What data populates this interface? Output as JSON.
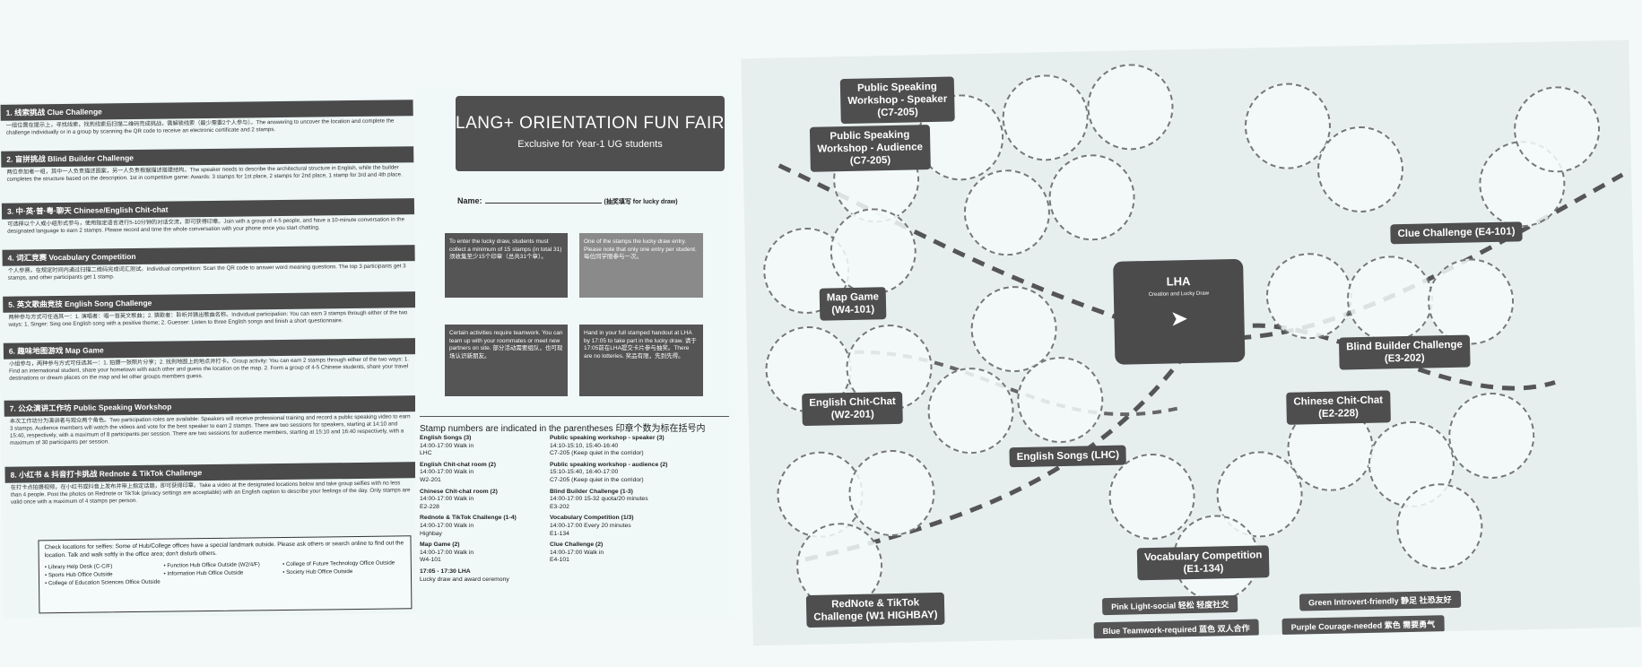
{
  "left": {
    "sections": [
      {
        "heading": "1. 线索挑战 Clue Challenge",
        "body": "一组位置在提示上，寻找线索，找到线索后扫描二维码完成挑战，需解锁线索（最少需要2个人参与）。The answering to uncover the location and complete the challenge individually or in a group by scanning the QR code to receive an electronic certificate and 2 stamps."
      },
      {
        "heading": "2. 盲拼挑战 Blind Builder Challenge",
        "body": "两位参加者一组，其中一人负责描述图案，另一人负责根据描述搭建结构。The speaker needs to describe the architectural structure in English, while the builder completes the structure based on the description. 1st in competitive game: Awards: 3 stamps for 1st place, 2 stamps for 2nd place, 1 stamp for 3rd and 4th place."
      },
      {
        "heading": "3. 中·英·普·粤·聊天 Chinese/English Chit-chat",
        "body": "可选择以个人或小组形式参与，使用指定语言进行5-10分钟的对话交流，即可获得印章。Join with a group of 4-5 people, and have a 10-minute conversation in the designated language to earn 2 stamps. Please record and time the whole conversation with your phone once you start chatting."
      },
      {
        "heading": "4. 词汇竞赛 Vocabulary Competition",
        "body": "个人参赛，在规定时间内通过扫描二维码完成词汇测试。Individual competition: Scan the QR code to answer word meaning questions. The top 3 participants get 3 stamps, and other participants get 1 stamp."
      },
      {
        "heading": "5. 英文歌曲竞技 English Song Challenge",
        "body": "两种参与方式可任选其一：1. 演唱者：唱一首英文歌曲；2. 猜歌者：聆听并猜出歌曲名称。Individual participation: You can earn 3 stamps through either of the two ways: 1. Singer: Sing one English song with a positive theme; 2. Guesser: Listen to three English songs and finish a short questionnaire."
      },
      {
        "heading": "6. 趣味地图游戏 Map Game",
        "body": "小组参与，两种参与方式可任选其一：1. 拍摄一张照片分享；2. 找到地图上的地点并打卡。Group activity: You can earn 2 stamps through either of the two ways: 1. Find an international student, share your hometown with each other and guess the location on the map. 2. Form a group of 4-5 Chinese students, share your travel destinations or dream places on the map and let other groups members guess."
      },
      {
        "heading": "7. 公众演讲工作坊 Public Speaking Workshop",
        "body": "本次工作坊分为演讲者与观众两个角色。Two participation roles are available: Speakers will receive professional training and record a public speaking video to earn 3 stamps. Audience members will watch the videos and vote for the best speaker to earn 2 stamps. There are two sessions for speakers, starting at 14:10 and 15:40, respectively, with a maximum of 8 participants per session. There are two sessions for audience members, starting at 15:10 and 16:40 respectively, with a maximum of 30 participants per session."
      },
      {
        "heading": "8. 小红书 & 抖音打卡挑战 Rednote & TikTok Challenge",
        "body": "在打卡点拍摄视频，在小红书或抖音上发布并带上指定话题，即可获得印章。Take a video at the designated locations below and take group selfies with no less than 4 people. Post the photos on Rednote or TikTok (privacy settings are acceptable) with an English caption to describe your feelings of the day. Only stamps are valid once with a maximum of 4 stamps per person."
      }
    ],
    "check": {
      "text": "Check locations for selfies: Some of Hub/College offices have a special landmark outside. Please ask others or search online to find out the location. Talk and walk softly in the office area; don't disturb others.",
      "items": [
        "Library Help Desk (C-C/F)",
        "Function Hub Office Outside (W2/4/F)",
        "College of Future Technology Office Outside",
        "Sports Hub Office Outside",
        "Information Hub Office Outside",
        "Society Hub Office Outside",
        "College of Education Sciences Office Outside"
      ]
    }
  },
  "middle": {
    "title": "LANG+ ORIENTATION FUN FAIR",
    "subtitle": "Exclusive for Year-1 UG students",
    "name_label": "Name:",
    "name_suffix": "(抽奖填写 for lucky draw)",
    "box1": "To enter the lucky draw, students must collect a minimum of 15 stamps (in total 31) 须收集至少15个印章（总共31个章）。",
    "box2": "One of the stamps the lucky draw entry. Please note that only one entry per student. 每位同学限参与一次。",
    "box3": "Certain activities require teamwork. You can team up with your roommates or meet new partners on site. 部分活动需要组队，也可现场认识新朋友。",
    "box4": "Hand in your full stamped handout at LHA by 17:05 to take part in the lucky draw. 请于17:05前在LHA提交卡片参与抽奖。There are no lotteries. 奖品有限，先到先得。",
    "stamp_title": "Stamp numbers are indicated in the parentheses 印章个数为标在括号内",
    "col1": [
      {
        "h": "English Songs (3)",
        "t": "14:00-17:00 Walk in\nLHC"
      },
      {
        "h": "English Chit-chat room (2)",
        "t": "14:00-17:00 Walk in\nW2-201"
      },
      {
        "h": "Chinese Chit-chat room (2)",
        "t": "14:00-17:00 Walk in\nE2-228"
      },
      {
        "h": "Rednote & TikTok Challenge (1-4)",
        "t": "14:00-17:00 Walk in\nHighbay"
      },
      {
        "h": "Map Game (2)",
        "t": "14:00-17:00 Walk in\nW4-101"
      },
      {
        "h": "17:05 - 17:30 LHA",
        "t": "Lucky draw and award ceremony"
      }
    ],
    "col2": [
      {
        "h": "Public speaking workshop - speaker (3)",
        "t": "14:10-15:10, 15:40-16:40\nC7-205 (Keep quiet in the corridor)"
      },
      {
        "h": "Public speaking workshop - audience (2)",
        "t": "15:10-15:40, 16:40-17:00\nC7-205 (Keep quiet in the corridor)"
      },
      {
        "h": "Blind Builder Challenge (1-3)",
        "t": "14:00-17:00 15-32 quota/20 minutes\nE3-202"
      },
      {
        "h": "Vocabulary Competition (1/3)",
        "t": "14:00-17:00 Every 20 minutes\nE1-134"
      },
      {
        "h": "Clue Challenge (2)",
        "t": "14:00-17:00 Walk in\nE4-101"
      }
    ]
  },
  "map": {
    "lha_title": "LHA",
    "lha_sub": "Creation and Lucky Draw",
    "tags": [
      {
        "id": "speaker",
        "text": "Public Speaking\nWorkshop - Speaker\n(C7-205)"
      },
      {
        "id": "audience",
        "text": "Public Speaking\nWorkshop - Audience\n(C7-205)"
      },
      {
        "id": "map",
        "text": "Map Game\n(W4-101)"
      },
      {
        "id": "eng-chat",
        "text": "English Chit-Chat\n(W2-201)"
      },
      {
        "id": "songs",
        "text": "English Songs (LHC)"
      },
      {
        "id": "rednote",
        "text": "RedNote & TikTok\nChallenge (W1 HIGHBAY)"
      },
      {
        "id": "vocab",
        "text": "Vocabulary Competition\n(E1-134)"
      },
      {
        "id": "clue",
        "text": "Clue Challenge (E4-101)"
      },
      {
        "id": "blind",
        "text": "Blind Builder Challenge\n(E3-202)"
      },
      {
        "id": "cn-chat",
        "text": "Chinese Chit-Chat\n(E2-228)"
      }
    ],
    "legend": [
      "Pink Light-social 轻松 轻度社交",
      "Green Introvert-friendly 静足 社恐友好",
      "Blue Teamwork-required 蓝色 双人合作",
      "Purple Courage-needed 紫色 需要勇气"
    ]
  }
}
